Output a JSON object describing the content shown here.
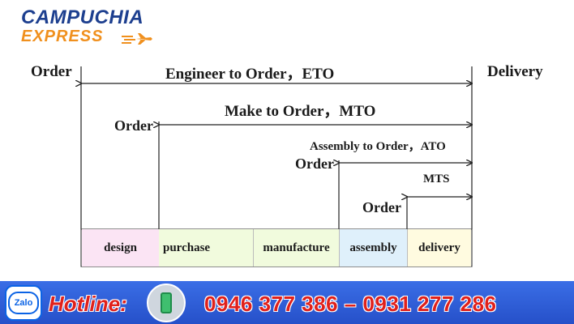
{
  "brand": {
    "line1": "CAMPUCHIA",
    "line2": "EXPRESS",
    "primary_color": "#1d3f8f",
    "accent_color": "#f0901e"
  },
  "diagram": {
    "order_label": "Order",
    "delivery_label": "Delivery",
    "strategies": [
      {
        "name": "Engineer to Order，ETO",
        "order_label": "Order"
      },
      {
        "name": "Make to Order，MTO",
        "order_label": "Order"
      },
      {
        "name": "Assembly to Order，ATO",
        "order_label": "Order"
      },
      {
        "name": "MTS",
        "order_label": "Order"
      }
    ],
    "phases": [
      {
        "label": "design",
        "color": "#fbe4f4"
      },
      {
        "label": "purchase",
        "color": "#f1fbdd"
      },
      {
        "label": "manufacture",
        "color": "#f1fbdd"
      },
      {
        "label": "assembly",
        "color": "#dff0fb"
      },
      {
        "label": "delivery",
        "color": "#fffbe0"
      }
    ]
  },
  "footer": {
    "zalo_label": "Zalo",
    "hotline_label": "Hotline:",
    "numbers": "0946 377 386 – 0931 277 286",
    "bar_color": "#2b5fd9",
    "text_color": "#e0201b"
  }
}
